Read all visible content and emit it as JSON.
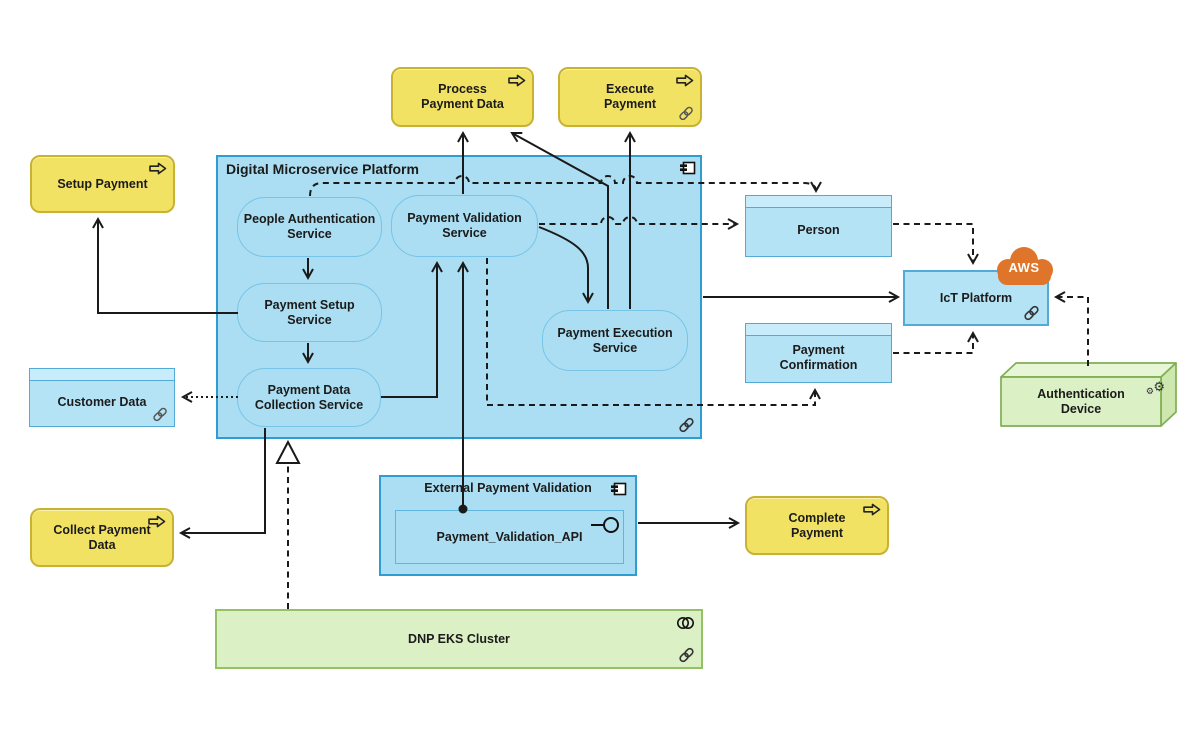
{
  "colors": {
    "platform_fill": "#ABDEF2",
    "platform_border": "#2F9CD3",
    "service_border": "#77C4E8",
    "object_fill": "#B5E3F6",
    "object_border": "#54AAD6",
    "object_header": "#C9ECFA",
    "process_fill": "#F2E264",
    "process_border": "#C9B232",
    "green_fill": "#DCF0C6",
    "green_border": "#93C163",
    "aws_orange": "#DF752A",
    "connector": "#1A1A1A"
  },
  "platform": {
    "title": "Digital Microservice Platform"
  },
  "services": {
    "people_auth": "People Authentication Service",
    "payment_validation": "Payment Validation Service",
    "payment_setup": "Payment Setup Service",
    "payment_data_collection": "Payment Data Collection Service",
    "payment_execution": "Payment Execution Service"
  },
  "processes": {
    "setup": "Setup Payment",
    "process_data": "Process Payment Data",
    "execute": "Execute Payment",
    "collect": "Collect Payment Data",
    "complete": "Complete Payment"
  },
  "data_objects": {
    "customer_data": "Customer Data",
    "person": "Person",
    "payment_confirmation": "Payment Confirmation"
  },
  "external_validation": {
    "title": "External Payment Validation",
    "api_label": "Payment_Validation_API"
  },
  "infrastructure": {
    "ict_platform": "IcT Platform",
    "aws_label": "AWS",
    "auth_device": "Authentication Device",
    "eks_cluster": "DNP EKS Cluster"
  }
}
